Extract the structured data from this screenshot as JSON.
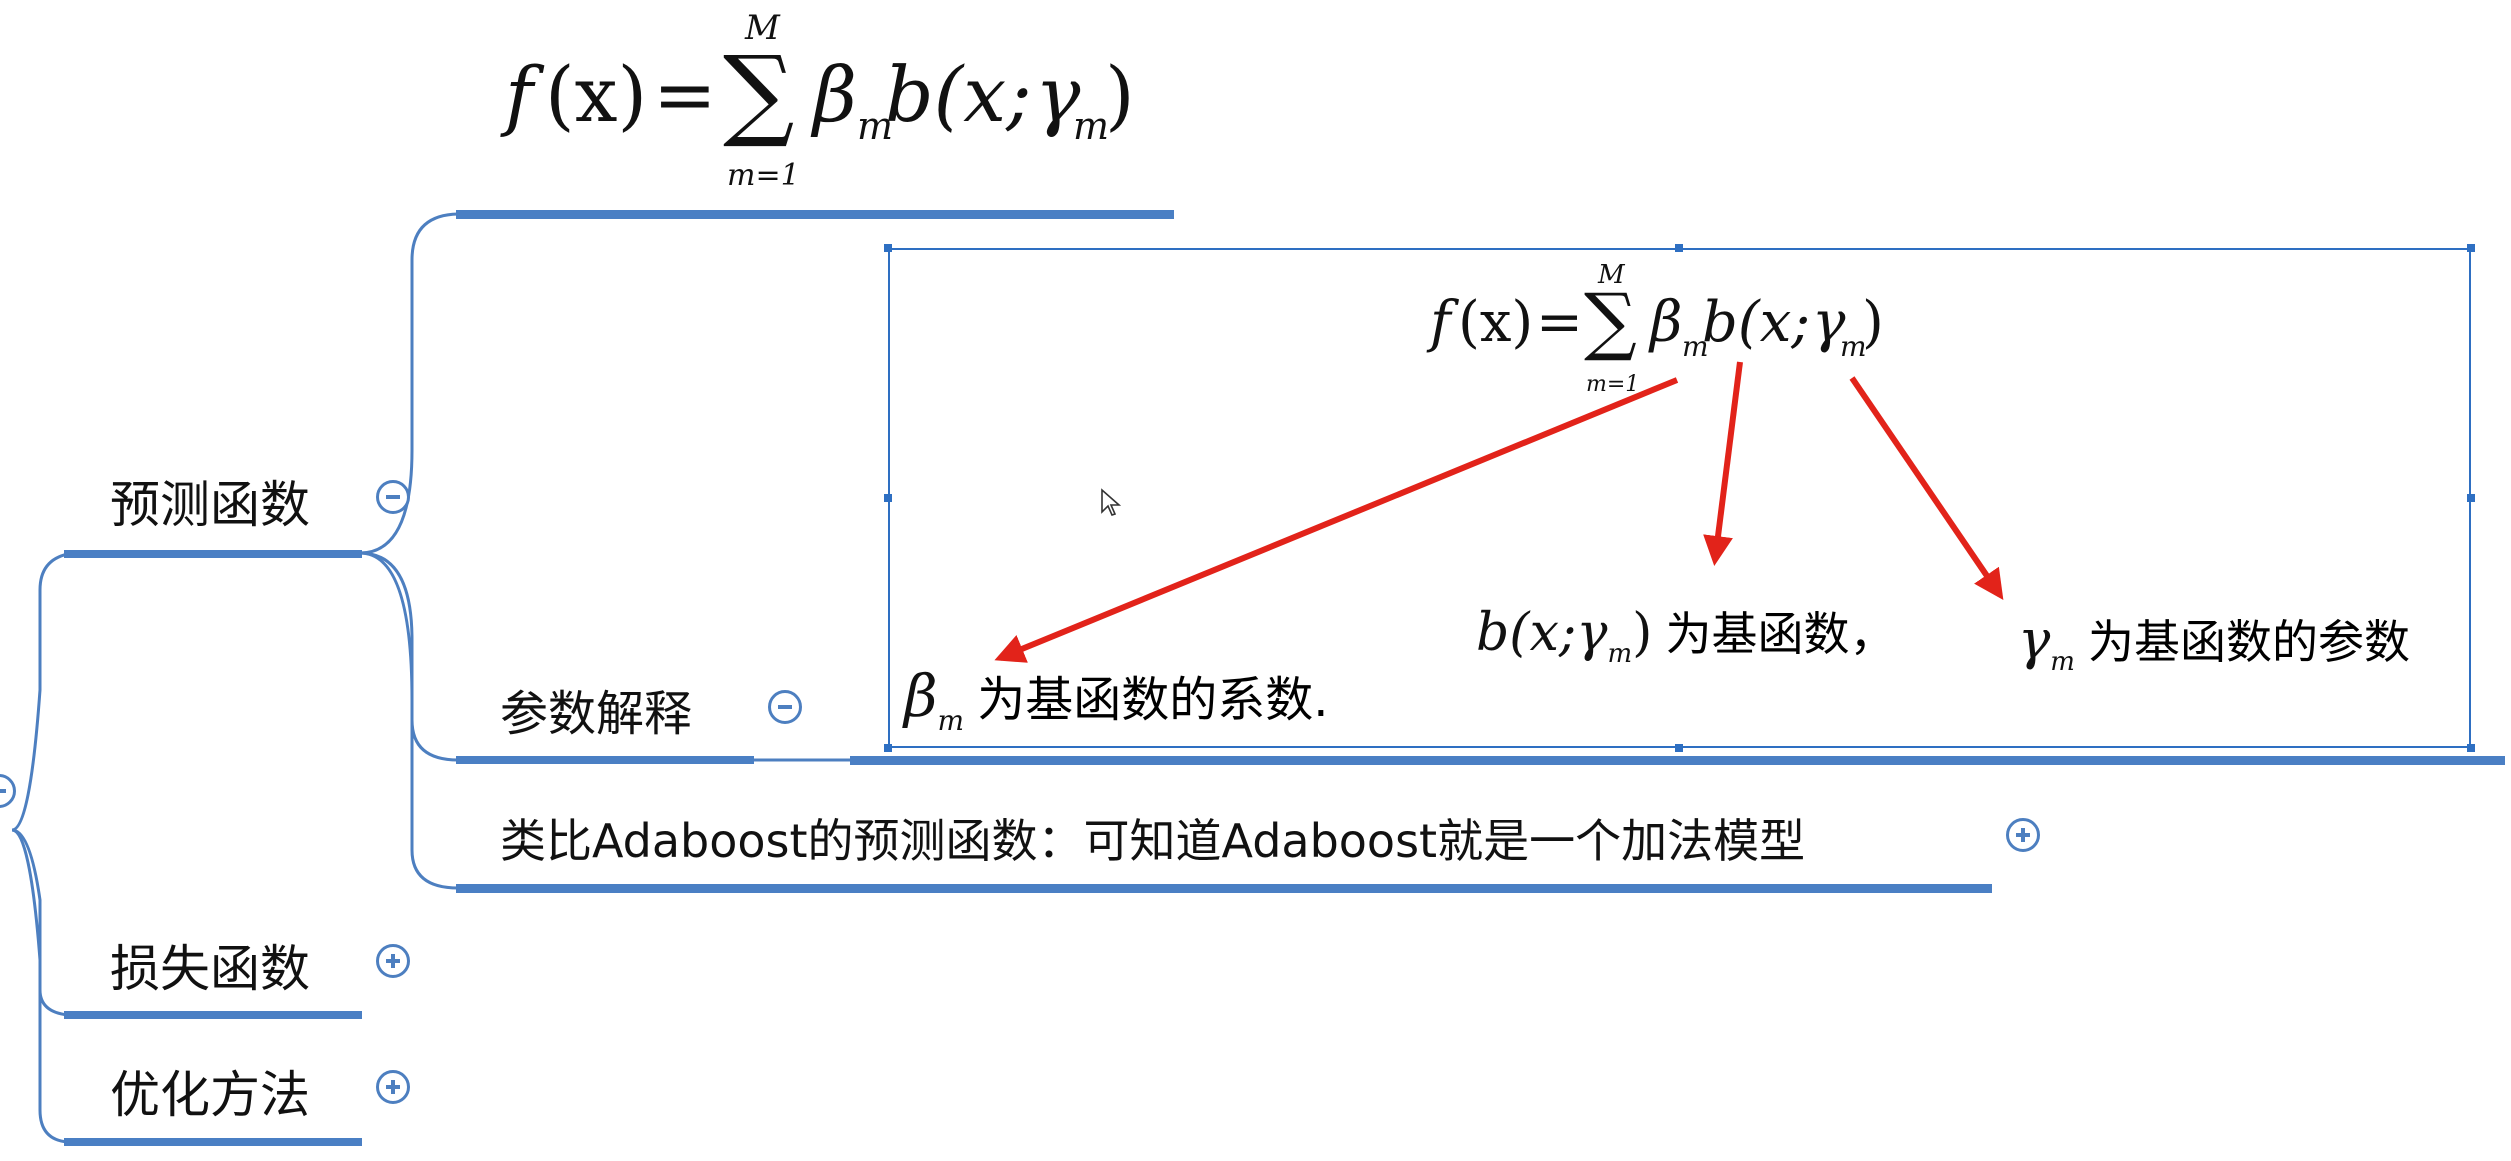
{
  "nodes": {
    "predict": {
      "label": "预测函数",
      "state": "expanded"
    },
    "loss": {
      "label": "损失函数",
      "state": "collapsed"
    },
    "optimize": {
      "label": "优化方法",
      "state": "collapsed"
    },
    "param_explain": {
      "label": "参数解释",
      "state": "expanded"
    },
    "analogy": {
      "label": "类比Adaboost的预测函数：可知道Adaboost就是一个加法模型",
      "state": "collapsed"
    }
  },
  "formula": {
    "f": "f",
    "x": "(x)",
    "eq": "=",
    "sigma": "∑",
    "upper": "M",
    "lower": "m=1",
    "beta": "β",
    "beta_sub": "m",
    "b": "b(x;",
    "gamma": "γ",
    "gamma_sub": "m",
    "close": ")"
  },
  "image_panel": {
    "beta_desc": "为基函数的系数.",
    "basis_desc": "为基函数，",
    "gamma_desc": "为基函数的参数"
  },
  "colors": {
    "branch": "#4d7fc0",
    "underline": "#4a7fc4",
    "arrow": "#e2231a",
    "selection": "#2e6fc2"
  },
  "icons": {
    "toggle_minus": "minus-circle-icon",
    "toggle_plus": "plus-circle-icon",
    "cursor": "mouse-pointer-icon"
  }
}
